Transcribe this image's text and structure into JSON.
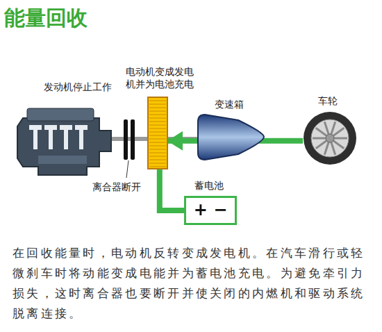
{
  "diagram": {
    "title": "能量回收",
    "caption": "在回收能量时，电动机反转变成发电机。在汽车滑行或轻微刹车时将动能变成电能并为蓄电池充电。为避免牵引力损失，这时离合器也要断开并使关闭的内燃机和驱动系统脱离连接。",
    "nodes": [
      {
        "text": [
          "发动机停止工作"
        ]
      },
      {
        "text": [
          "离合器断开"
        ]
      },
      {
        "text": [
          "电动机变成发电机并为电池充电"
        ]
      },
      {
        "text": [
          "变速箱"
        ]
      },
      {
        "text": [
          "车轮"
        ]
      },
      {
        "text": [
          "蓄电池",
          "+ −"
        ]
      }
    ],
    "edges": [
      {
        "from": 4,
        "to": 2,
        "arrow": "to"
      },
      {
        "from": 2,
        "to": 5,
        "arrow": "none"
      }
    ]
  }
}
